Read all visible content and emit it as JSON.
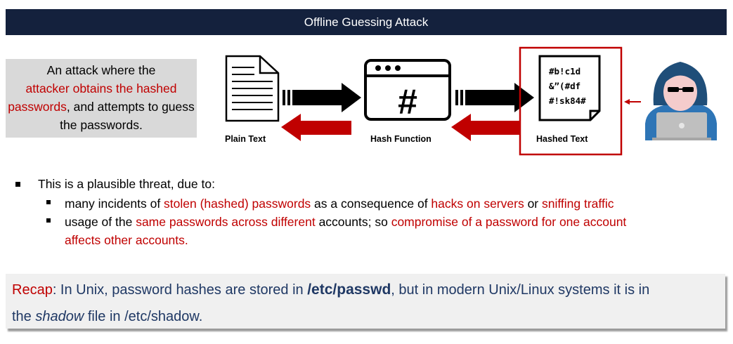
{
  "title": "Offline Guessing Attack",
  "definition": {
    "part1": "An attack where the",
    "highlight": "attacker obtains the hashed passwords",
    "part2": ", and attempts to guess the passwords."
  },
  "diagram": {
    "plain_text_label": "Plain Text",
    "hash_function_label": "Hash Function",
    "hash_symbol": "#",
    "hashed_text_label": "Hashed Text",
    "hashed_lines": [
      "#b!c1d",
      "&”(#df",
      "#!sk84#"
    ],
    "icons": [
      "document-icon",
      "browser-window-icon",
      "hashed-document-icon",
      "hacker-icon",
      "arrow-icon"
    ],
    "colors": {
      "forward_arrow": "#000000",
      "back_arrow": "#c00000",
      "highlight_border": "#c00000"
    }
  },
  "bullets": {
    "main": "This is a plausible threat, due to:",
    "sub1": {
      "t1": "many incidents of ",
      "r1": "stolen (hashed) passwords",
      "t2": " as a consequence of ",
      "r2": "hacks on servers",
      "t3": " or ",
      "r3": "sniffing traffic"
    },
    "sub2": {
      "t1": "usage of the ",
      "r1": "same passwords across different",
      "t2": " accounts; so ",
      "r2": "compromise of a password for one account",
      "r3": "affects other accounts."
    }
  },
  "recap": {
    "label": "Recap",
    "t1": ": In Unix, password hashes are stored in ",
    "path": "/etc/passwd",
    "t2": ", but in modern Unix/Linux systems it is in",
    "t3": "the ",
    "shadow": "shadow",
    "t4": " file in /etc/shadow."
  },
  "colors": {
    "title_bg": "#14213d",
    "accent_red": "#c00000",
    "text_blue": "#1f3864",
    "box_gray": "#d9d9d9"
  }
}
